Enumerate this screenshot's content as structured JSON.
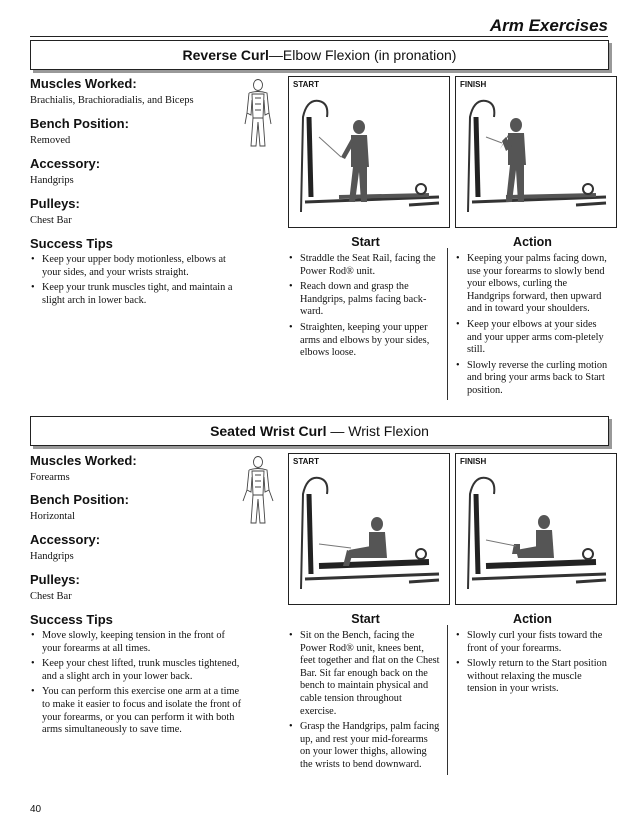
{
  "header": {
    "title": "Arm Exercises"
  },
  "page_number": "40",
  "exercises": [
    {
      "name": "Reverse Curl",
      "subtitle": "—Elbow Flexion (in pronation)",
      "muscles_label": "Muscles Worked:",
      "muscles": "Brachialis, Brachioradialis, and Biceps",
      "bench_label": "Bench Position:",
      "bench": "Removed",
      "accessory_label": "Accessory:",
      "accessory": "Handgrips",
      "pulleys_label": "Pulleys:",
      "pulleys": "Chest Bar",
      "tips_label": "Success Tips",
      "tips": [
        "Keep your upper body motionless, elbows at your sides, and your wrists straight.",
        "Keep your trunk muscles tight, and maintain a slight arch in lower back."
      ],
      "start_photo_label": "START",
      "finish_photo_label": "FINISH",
      "start_heading": "Start",
      "start_steps": [
        "Straddle the Seat Rail, facing the Power Rod® unit.",
        "Reach down and grasp the Handgrips, palms facing back-ward.",
        "Straighten, keeping your upper arms and elbows by your sides, elbows loose."
      ],
      "action_heading": "Action",
      "action_steps": [
        "Keeping your palms facing down, use your forearms to slowly bend your elbows, curling the Handgrips forward, then upward and in toward your shoulders.",
        "Keep your elbows at your sides and your upper arms com-pletely still.",
        "Slowly reverse the curling motion and bring your arms back to Start position."
      ]
    },
    {
      "name": "Seated Wrist Curl",
      "subtitle": " — Wrist Flexion",
      "muscles_label": "Muscles Worked:",
      "muscles": "Forearms",
      "bench_label": "Bench Position:",
      "bench": "Horizontal",
      "accessory_label": "Accessory:",
      "accessory": "Handgrips",
      "pulleys_label": "Pulleys:",
      "pulleys": "Chest Bar",
      "tips_label": "Success Tips",
      "tips": [
        "Move slowly, keeping tension in the front of your forearms at all times.",
        "Keep your chest lifted, trunk muscles tightened, and a slight arch in your lower back.",
        "You can perform this exercise one arm at a time to make it easier to focus and isolate the front of your forearms, or you can perform it with both arms simultaneously to save time."
      ],
      "start_photo_label": "START",
      "finish_photo_label": "FINISH",
      "start_heading": "Start",
      "start_steps": [
        "Sit on the Bench, facing the Power Rod® unit, knees bent, feet together and flat on the Chest Bar. Sit far enough back on the bench to maintain physical and cable tension throughout exercise.",
        "Grasp the Handgrips, palm facing up, and rest your mid-forearms on your lower thighs, allowing the wrists to bend downward."
      ],
      "action_heading": "Action",
      "action_steps": [
        "Slowly curl your fists toward the front of your forearms.",
        "Slowly return to the Start position without relaxing the muscle tension in your wrists."
      ]
    }
  ]
}
